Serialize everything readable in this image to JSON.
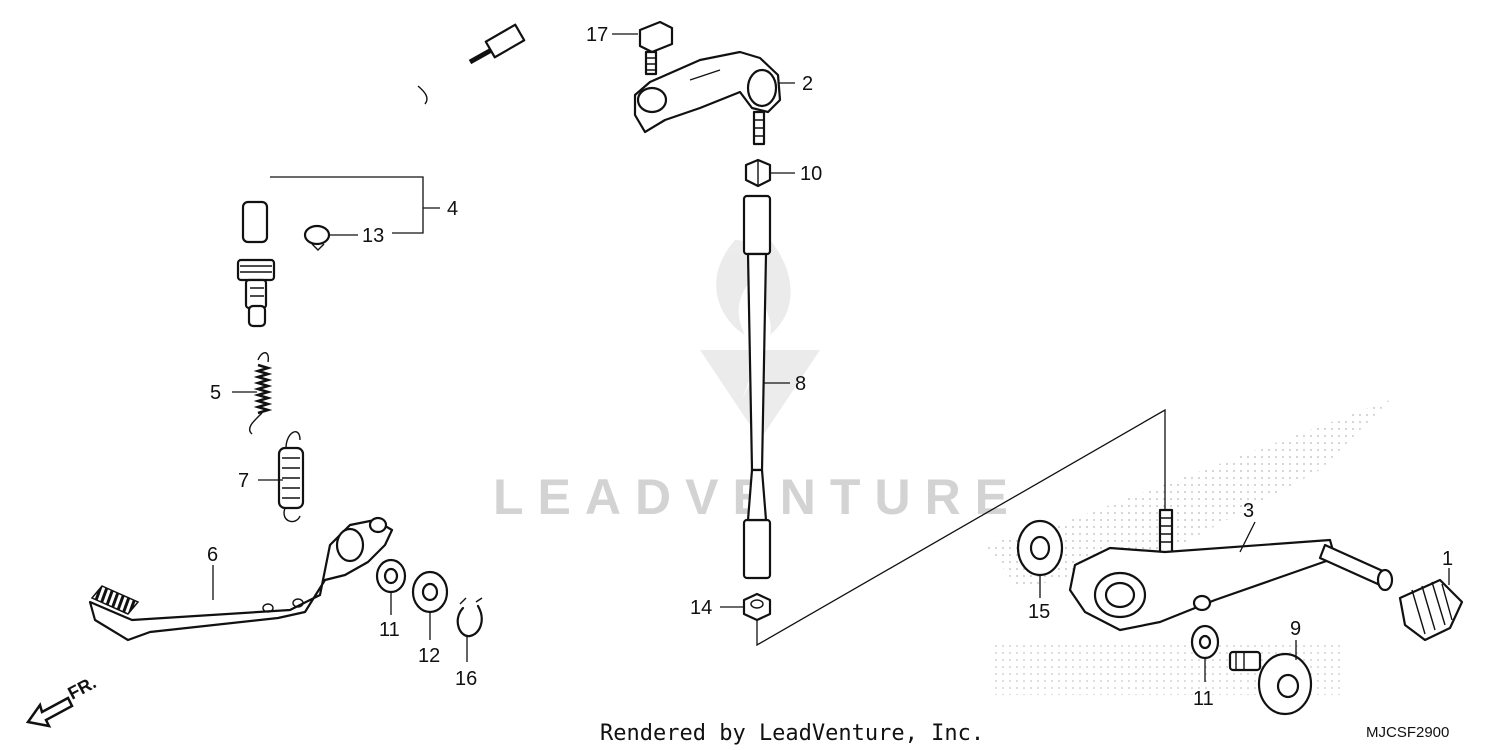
{
  "watermark": {
    "brand": "LEADVENTURE"
  },
  "footer": {
    "credit": "Rendered by LeadVenture, Inc.",
    "diagram_code": "MJCSF2900"
  },
  "direction_indicator": {
    "label": "FR."
  },
  "callouts": {
    "c1": "1",
    "c2": "2",
    "c3": "3",
    "c4": "4",
    "c5": "5",
    "c6": "6",
    "c7": "7",
    "c8": "8",
    "c9": "9",
    "c10": "10",
    "c11a": "11",
    "c11b": "11",
    "c12": "12",
    "c13": "13",
    "c14": "14",
    "c15": "15",
    "c16": "16",
    "c17": "17"
  }
}
